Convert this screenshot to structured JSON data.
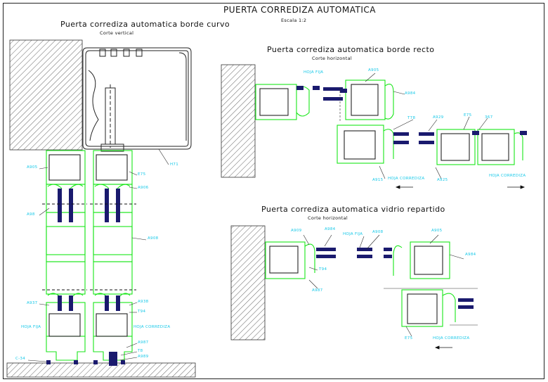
{
  "title": "PUERTA CORREDIZA AUTOMATICA",
  "scale": "Escala 1:2",
  "sections": [
    {
      "title": "Puerta corrediza automatica borde curvo",
      "subtitle": "Corte vertical"
    },
    {
      "title": "Puerta corrediza automatica borde recto",
      "subtitle": "Corte horizontal"
    },
    {
      "title": "Puerta corrediza automatica vidrio repartido",
      "subtitle": "Corte horizontal"
    }
  ],
  "labels": {
    "l1": "A905",
    "l2": "E75",
    "l3": "A906",
    "l4": "A98",
    "l5": "A908",
    "l6": "A937",
    "l7": "A938",
    "l8": "T94",
    "l9": "HOJA FIJA",
    "l10": "HOJA CORREDIZA",
    "l11": "A987",
    "l12": "T8",
    "l13": "A989",
    "l14": "C-34",
    "l15": "H71",
    "r1": "HOJA FIJA",
    "r2": "A905",
    "r3": "A984",
    "r4": "A929",
    "r5": "E75",
    "r6": "367",
    "r7": "A915",
    "r8": "HOJA CORREDIZA",
    "r9": "A925",
    "r10": "HOJA CORREDIZA",
    "r11": "T78",
    "v1": "A909",
    "v2": "A984",
    "v3": "HOJA FIJA",
    "v4": "A908",
    "v5": "A905",
    "v6": "A984",
    "v7": "T94",
    "v8": "A987",
    "v9": "E75",
    "v10": "HOJA CORREDIZA"
  },
  "colors": {
    "profile": "#19e619",
    "glass": "#1a1a6e",
    "leader": "#2a2a2a",
    "label": "#16c8e8",
    "hatch": "#444444"
  }
}
